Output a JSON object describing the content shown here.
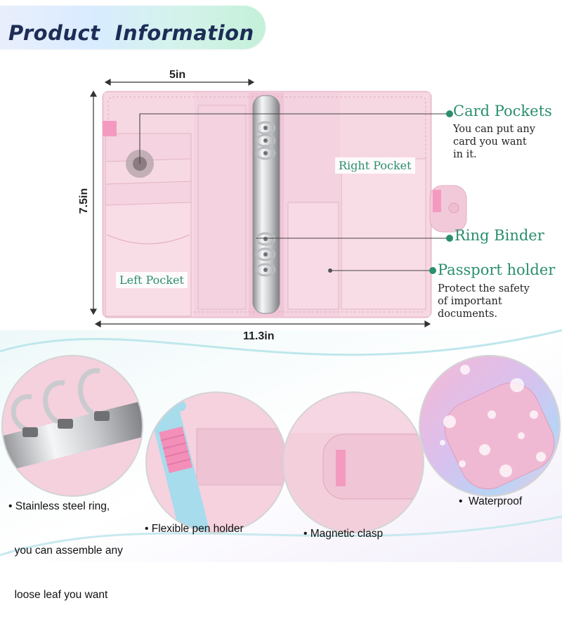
{
  "header": {
    "title": "Product  Information"
  },
  "dimensions": {
    "width_label": "5in",
    "height_label": "7.5in",
    "total_width_label": "11.3in"
  },
  "wallet_labels": {
    "right_pocket": "Right Pocket",
    "left_pocket": "Left Pocket"
  },
  "callouts": {
    "card_pockets": {
      "title": "Card Pockets",
      "desc": [
        "You can put any",
        "card you want",
        "in it."
      ]
    },
    "ring_binder": {
      "title": "Ring Binder"
    },
    "passport_holder": {
      "title": "Passport holder",
      "desc": [
        "Protect the safety",
        "of important",
        "documents."
      ]
    }
  },
  "features": {
    "ring": [
      "• Stainless steel ring,",
      "  you can assemble any",
      "  loose leaf you want"
    ],
    "pen": "• Flexible pen holder",
    "clasp": "• Magnetic clasp",
    "waterproof": "•  Waterproof"
  },
  "colors": {
    "accent": "#2a8f6b",
    "wallet_pink": "#f3cfdc",
    "strap_pink": "#f49ac1",
    "title": "#1d2d57"
  }
}
